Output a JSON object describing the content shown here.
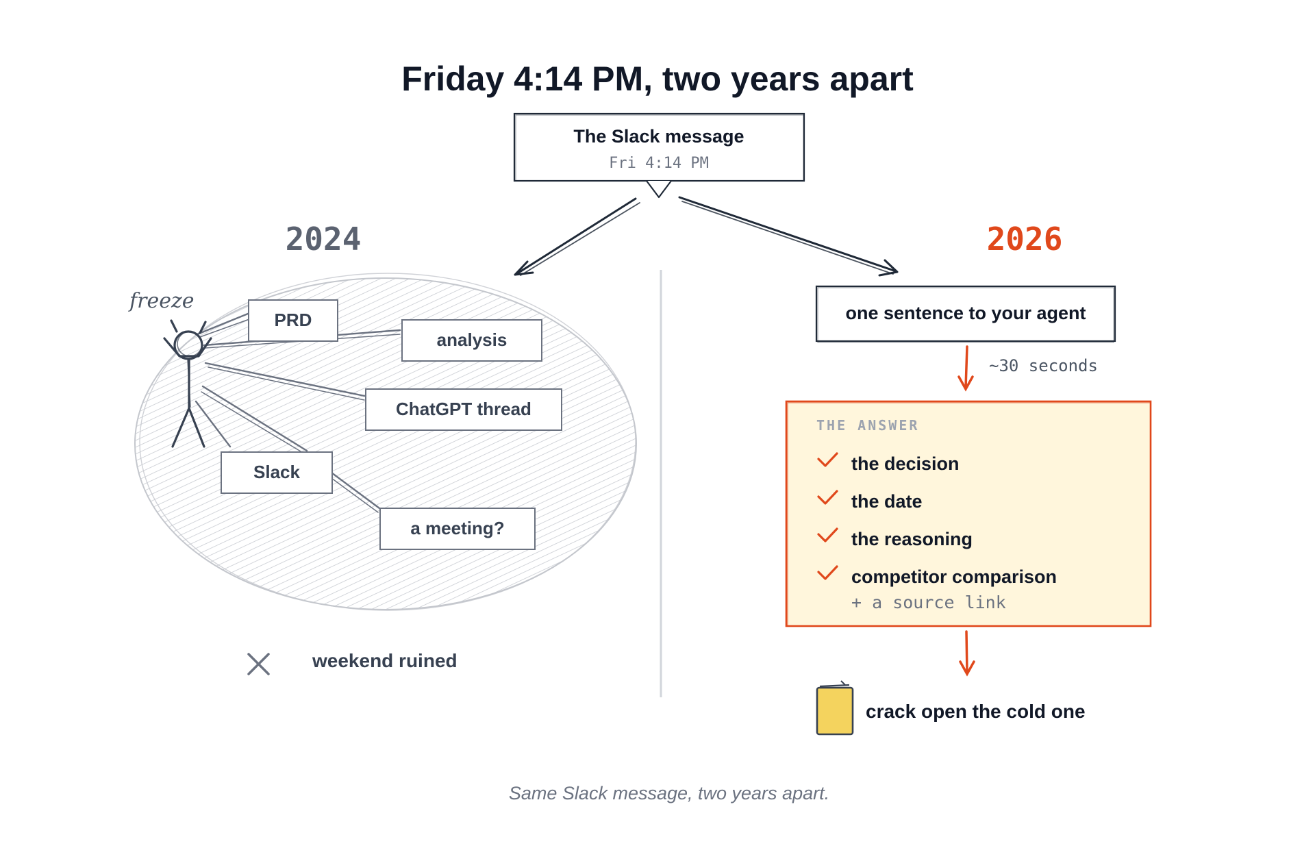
{
  "title": "Friday 4:14 PM, two years apart",
  "source": {
    "title": "The Slack message",
    "timestamp": "Fri 4:14 PM"
  },
  "left": {
    "year": "2024",
    "freeze_label": "freeze",
    "tasks": [
      "PRD",
      "analysis",
      "ChatGPT thread",
      "Slack",
      "a meeting?"
    ],
    "outcome": "weekend ruined"
  },
  "right": {
    "year": "2026",
    "prompt": "one sentence to your agent",
    "duration": "~30 seconds",
    "answer_header": "THE ANSWER",
    "answer_items": [
      "the decision",
      "the date",
      "the reasoning",
      "competitor comparison"
    ],
    "answer_extra": "+ a source link",
    "outcome": "crack open the cold one"
  },
  "caption": "Same Slack message, two years apart.",
  "colors": {
    "ink": "#1f2937",
    "muted": "#6b7280",
    "accent": "#e0481b",
    "answer_fill": "#fff6dc",
    "can_fill": "#f4d35e",
    "hatch": "#c4c7cd"
  }
}
